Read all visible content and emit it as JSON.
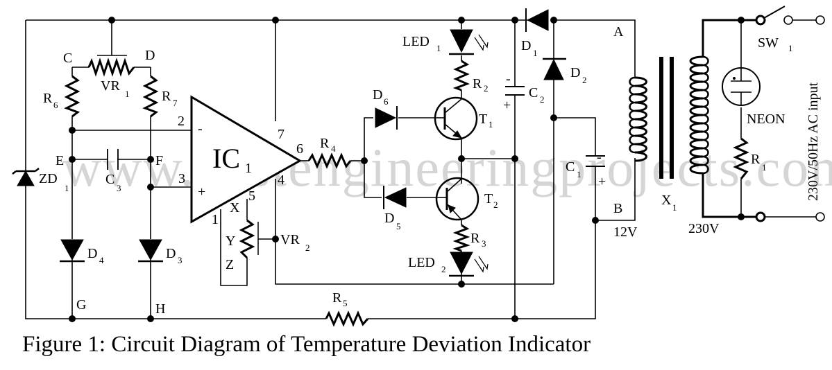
{
  "figure": {
    "caption": "Figure 1: Circuit Diagram of Temperature Deviation Indicator",
    "watermark": "www.bestengineeringprojects.com"
  },
  "components": {
    "ic": {
      "name": "IC",
      "sub": "1",
      "pins": {
        "p2": "2",
        "p3": "3",
        "p7": "7",
        "p6": "6",
        "p4": "4",
        "p5": "5",
        "p1": "1"
      },
      "minus": "-",
      "plus": "+"
    },
    "vr1": {
      "name": "VR",
      "sub": "1"
    },
    "vr2": {
      "name": "VR",
      "sub": "2"
    },
    "r1": {
      "name": "R",
      "sub": "1"
    },
    "r2": {
      "name": "R",
      "sub": "2"
    },
    "r3": {
      "name": "R",
      "sub": "3"
    },
    "r4": {
      "name": "R",
      "sub": "4"
    },
    "r5": {
      "name": "R",
      "sub": "5"
    },
    "r6": {
      "name": "R",
      "sub": "6"
    },
    "r7": {
      "name": "R",
      "sub": "7"
    },
    "c1": {
      "name": "C",
      "sub": "1"
    },
    "c2": {
      "name": "C",
      "sub": "2"
    },
    "c3": {
      "name": "C",
      "sub": "3"
    },
    "d1": {
      "name": "D",
      "sub": "1"
    },
    "d2": {
      "name": "D",
      "sub": "2"
    },
    "d3": {
      "name": "D",
      "sub": "3"
    },
    "d4": {
      "name": "D",
      "sub": "4"
    },
    "d5": {
      "name": "D",
      "sub": "5"
    },
    "d6": {
      "name": "D",
      "sub": "6"
    },
    "zd1": {
      "name": "ZD",
      "sub": "1"
    },
    "led1": {
      "name": "LED",
      "sub": "1"
    },
    "led2": {
      "name": "LED",
      "sub": "2"
    },
    "t1": {
      "name": "T",
      "sub": "1"
    },
    "t2": {
      "name": "T",
      "sub": "2"
    },
    "x1": {
      "name": "X",
      "sub": "1"
    },
    "sw1": {
      "name": "SW",
      "sub": "1"
    },
    "neon": {
      "name": "NEON"
    }
  },
  "nodes": {
    "A": "A",
    "B": "B",
    "C": "C",
    "D": "D",
    "E": "E",
    "F": "F",
    "G": "G",
    "H": "H",
    "X": "X",
    "Y": "Y",
    "Z": "Z"
  },
  "polarity": {
    "minus": "-",
    "plus": "+"
  },
  "voltages": {
    "secondary": "12V",
    "primary": "230V",
    "input": "230V/50Hz AC input"
  }
}
